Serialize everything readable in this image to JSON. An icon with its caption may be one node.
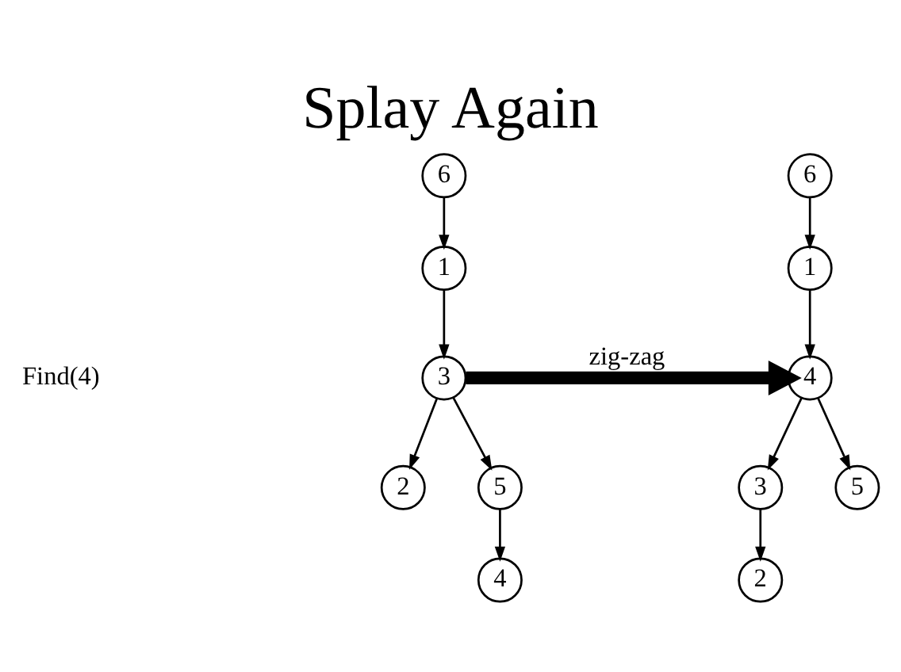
{
  "diagram": {
    "title": "Splay Again",
    "nodes": [
      {
        "text": [
          "6"
        ]
      },
      {
        "text": [
          "1"
        ]
      },
      {
        "text": [
          "3"
        ]
      },
      {
        "text": [
          "2"
        ]
      },
      {
        "text": [
          "5"
        ]
      },
      {
        "text": [
          "4"
        ]
      },
      {
        "text": [
          "6"
        ]
      },
      {
        "text": [
          "1"
        ]
      },
      {
        "text": [
          "4"
        ]
      },
      {
        "text": [
          "3"
        ]
      },
      {
        "text": [
          "5"
        ]
      },
      {
        "text": [
          "2"
        ]
      }
    ],
    "edges": [
      {
        "from": 0,
        "to": 1,
        "arrow": "to"
      },
      {
        "from": 1,
        "to": 2,
        "arrow": "to"
      },
      {
        "from": 2,
        "to": 3,
        "arrow": "to"
      },
      {
        "from": 2,
        "to": 4,
        "arrow": "to"
      },
      {
        "from": 4,
        "to": 5,
        "arrow": "to"
      },
      {
        "from": 6,
        "to": 7,
        "arrow": "to"
      },
      {
        "from": 7,
        "to": 8,
        "arrow": "to"
      },
      {
        "from": 8,
        "to": 9,
        "arrow": "to"
      },
      {
        "from": 8,
        "to": 10,
        "arrow": "to"
      },
      {
        "from": 9,
        "to": 11,
        "arrow": "to"
      },
      {
        "from": 2,
        "to": 8,
        "arrow": "to",
        "label": "zig-zag",
        "style": "thick"
      }
    ],
    "labels": [
      "Find(4)"
    ]
  }
}
